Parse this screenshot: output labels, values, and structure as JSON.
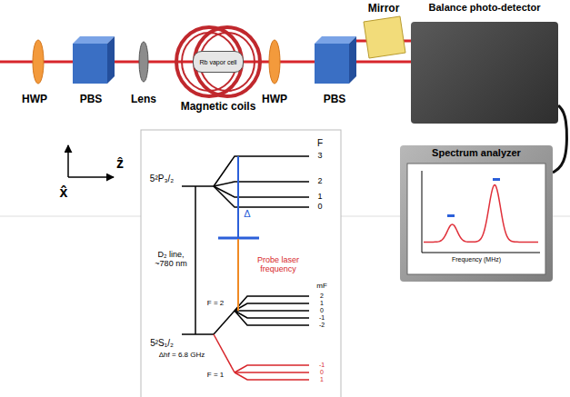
{
  "diagram": {
    "nodes": [
      {
        "text": [
          "Balance photo-detector"
        ]
      },
      {
        "text": [
          "Spectrum analyzer",
          "Frequency (MHz)"
        ]
      },
      {
        "text": [
          "Rb vapor cell"
        ]
      }
    ],
    "edges": [
      {
        "from": 0,
        "to": 1,
        "arrow": "none"
      }
    ],
    "labels": [
      "HWP",
      "PBS",
      "Lens",
      "Magnetic coils",
      "HWP",
      "PBS",
      "Mirror",
      "ẑ",
      "x̂",
      "5²P₃/₂",
      "F",
      "3",
      "2",
      "1",
      "0",
      "D₂ line, ~780 nm",
      "Δ",
      "Probe laser frequency",
      "F = 2",
      "mF",
      "2",
      "1",
      "0",
      "-1",
      "-2",
      "5²S₁/₂",
      "Δhf = 6.8 GHz",
      "F = 1",
      "-1",
      "0",
      "1"
    ]
  }
}
